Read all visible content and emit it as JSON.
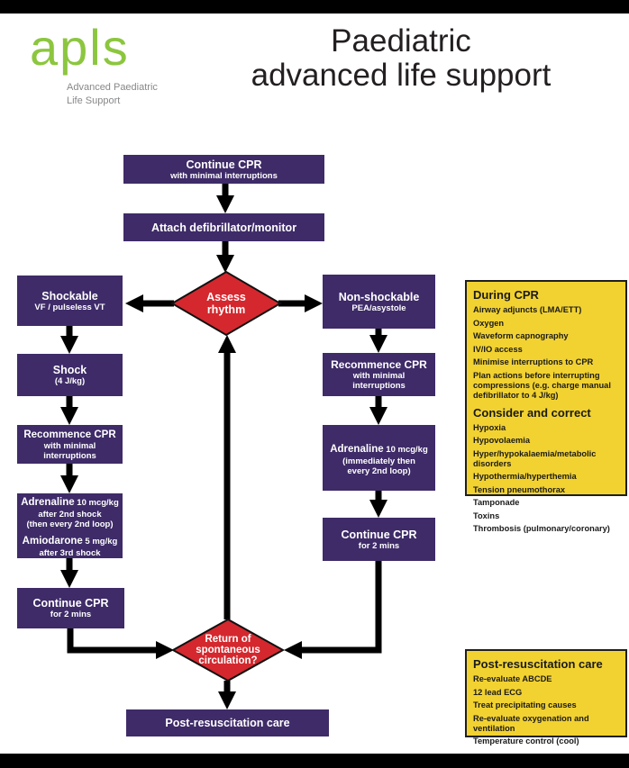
{
  "header": {
    "logo_text": "apls",
    "logo_subtext_line1": "Advanced Paediatric",
    "logo_subtext_line2": "Life Support",
    "title_line1": "Paediatric",
    "title_line2": "advanced life support"
  },
  "flow": {
    "continue_cpr_top": {
      "line1": "Continue CPR",
      "line2": "with minimal interruptions"
    },
    "attach_defib": {
      "line1": "Attach defibrillator/monitor"
    },
    "assess_rhythm": {
      "line1": "Assess",
      "line2": "rhythm"
    },
    "shockable": {
      "line1": "Shockable",
      "line2": "VF / pulseless VT"
    },
    "shock": {
      "line1": "Shock",
      "line2": "(4 J/kg)"
    },
    "recommence_left": {
      "line1": "Recommence CPR",
      "line2": "with minimal",
      "line3": "interruptions"
    },
    "adrenaline_left": {
      "line1_main": "Adrenaline",
      "line1_rest": " 10 mcg/kg",
      "line2": "after 2nd shock",
      "line3": "(then every 2nd loop)",
      "line4_main": "Amiodarone",
      "line4_rest": " 5 mg/kg",
      "line5": "after 3rd shock"
    },
    "continue_left": {
      "line1": "Continue CPR",
      "line2": "for 2 mins"
    },
    "nonshockable": {
      "line1": "Non-shockable",
      "line2": "PEA/asystole"
    },
    "recommence_right": {
      "line1": "Recommence CPR",
      "line2": "with minimal",
      "line3": "interruptions"
    },
    "adrenaline_right": {
      "line1_main": "Adrenaline",
      "line1_rest": " 10 mcg/kg",
      "line2": "(immediately then",
      "line3": "every 2nd loop)"
    },
    "continue_right": {
      "line1": "Continue CPR",
      "line2": "for 2 mins"
    },
    "rosc": {
      "line1": "Return of",
      "line2": "spontaneous",
      "line3": "circulation?"
    },
    "post_resus": {
      "line1": "Post-resuscitation care"
    }
  },
  "side_panels": {
    "during_cpr": {
      "heading": "During CPR",
      "items": [
        "Airway adjuncts (LMA/ETT)",
        "Oxygen",
        "Waveform capnography",
        "IV/IO access",
        "Minimise interruptions to CPR",
        "Plan actions before interrupting compressions (e.g. charge manual defibrillator to 4 J/kg)"
      ],
      "heading2": "Consider and correct",
      "items2": [
        "Hypoxia",
        "Hypovolaemia",
        "Hyper/hypokalaemia/metabolic disorders",
        "Hypothermia/hyperthemia",
        "Tension pneumothorax",
        "Tamponade",
        "Toxins",
        "Thrombosis (pulmonary/coronary)"
      ]
    },
    "post_resus_care": {
      "heading": "Post-resuscitation care",
      "items": [
        "Re-evaluate ABCDE",
        "12 lead ECG",
        "Treat precipitating causes",
        "Re-evaluate oxygenation and ventilation",
        "Temperature control (cool)"
      ]
    }
  },
  "colors": {
    "box_purple": "#3e2b68",
    "diamond_red": "#d4282e",
    "panel_yellow": "#f2d231",
    "logo_green": "#8cc63f",
    "arrow_black": "#000000"
  }
}
